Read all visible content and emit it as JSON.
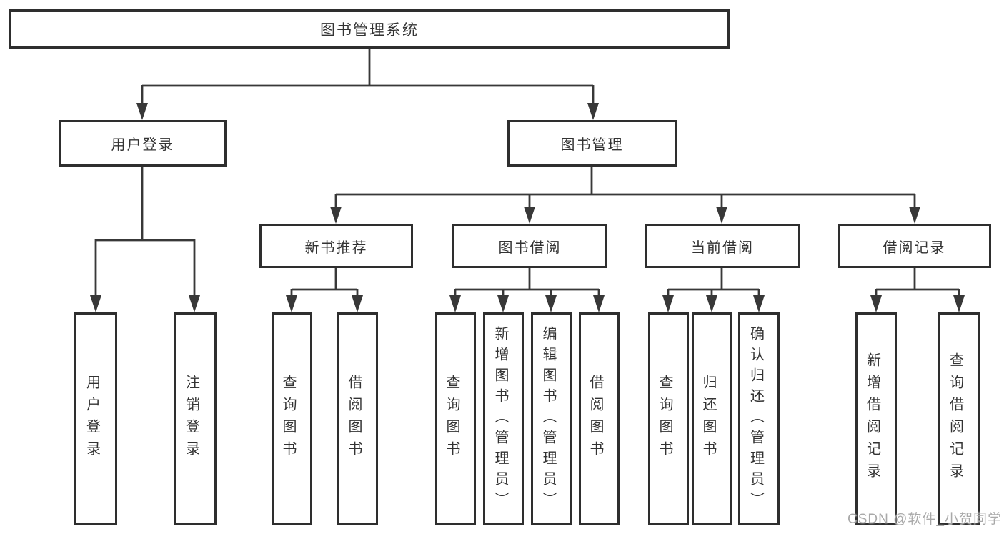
{
  "watermark": "CSDN @软件_小贺同学",
  "tree": {
    "root": "图书管理系统",
    "user_login": {
      "label": "用户登录",
      "children": {
        "login": "用户登录",
        "logout": "注销登录"
      }
    },
    "book_mgmt": {
      "label": "图书管理",
      "new_book": {
        "label": "新书推荐",
        "children": {
          "query": "查询图书",
          "borrow": "借阅图书"
        }
      },
      "borrow": {
        "label": "图书借阅",
        "children": {
          "query": "查询图书",
          "add": "新增图书（管理员）",
          "edit": "编辑图书（管理员）",
          "borrow": "借阅图书"
        }
      },
      "current": {
        "label": "当前借阅",
        "children": {
          "query": "查询图书",
          "return": "归还图书",
          "confirm": "确认归还（管理员）"
        }
      },
      "records": {
        "label": "借阅记录",
        "children": {
          "add": "新增借阅记录",
          "query": "查询借阅记录"
        }
      }
    }
  },
  "colors": {
    "line": "#383838",
    "border": "#2e2e2e",
    "text": "#333333",
    "watermark_text": "#a9a9a9",
    "background": "#ffffff"
  }
}
